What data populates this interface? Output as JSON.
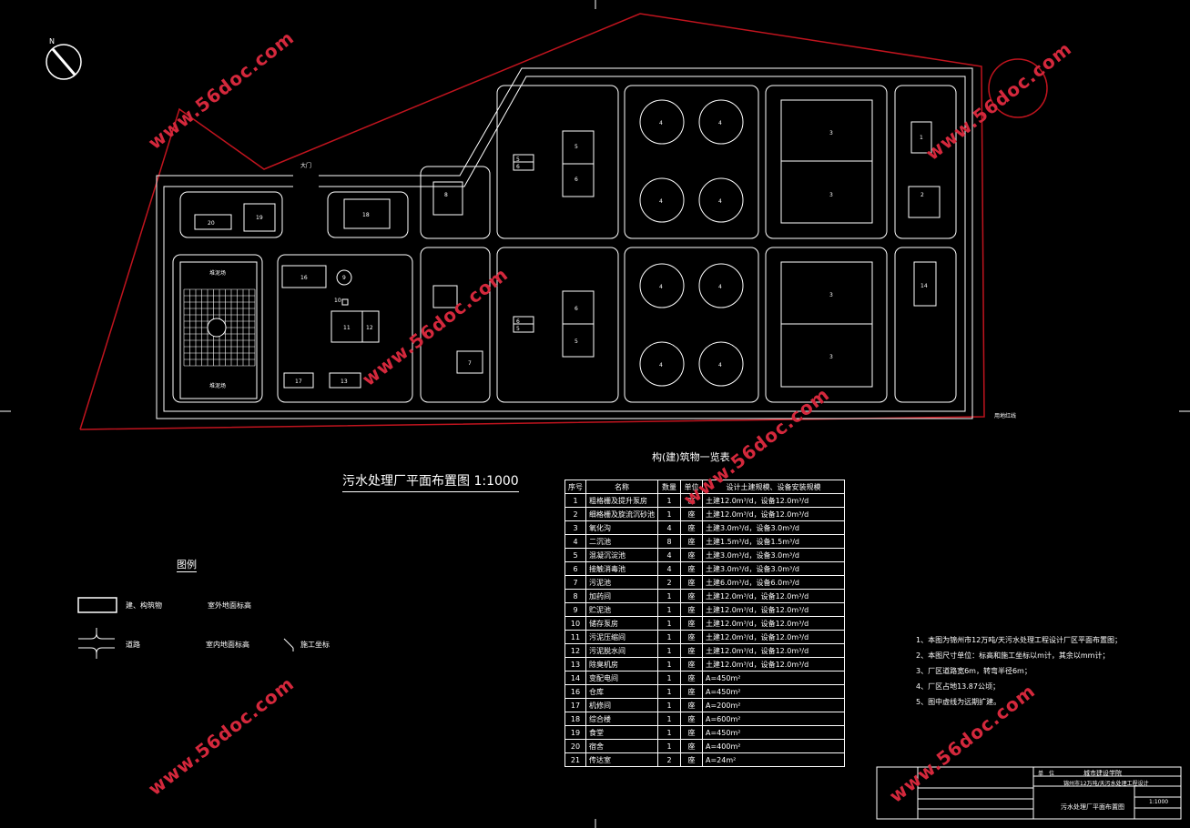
{
  "drawing": {
    "north_label": "N",
    "title": "污水处理厂平面布置图 1:1000",
    "legend_title": "图例",
    "legend": {
      "building": "建、构筑物",
      "outdoor_elev": "室外地面标高",
      "road": "道路",
      "indoor_elev": "室内地面标高",
      "construction_coord": "施工坐标"
    },
    "boundary_label": "用地红线",
    "gate_label": "大门",
    "sludge_label": "堆泥场",
    "unit_numbers": {
      "u20": "20",
      "u19": "19",
      "u18": "18",
      "u8": "8",
      "u5": "5",
      "u6": "6",
      "u4": "4",
      "u3": "3",
      "u2": "2",
      "u16": "16",
      "u9": "9",
      "u10": "10",
      "u11": "11",
      "u12": "12",
      "u17": "17",
      "u13": "13",
      "u7": "7",
      "u14": "14",
      "u1": "1"
    }
  },
  "table": {
    "title": "构(建)筑物一览表",
    "headers": [
      "序号",
      "名称",
      "数量",
      "单位",
      "设计土建规模、设备安装规模"
    ],
    "rows": [
      [
        "1",
        "粗格栅及提升泵房",
        "1",
        "座",
        "土建12.0m³/d，设备12.0m³/d"
      ],
      [
        "2",
        "细格栅及旋流沉砂池",
        "1",
        "座",
        "土建12.0m³/d，设备12.0m³/d"
      ],
      [
        "3",
        "氧化沟",
        "4",
        "座",
        "土建3.0m³/d，设备3.0m³/d"
      ],
      [
        "4",
        "二沉池",
        "8",
        "座",
        "土建1.5m³/d，设备1.5m³/d"
      ],
      [
        "5",
        "混凝沉淀池",
        "4",
        "座",
        "土建3.0m³/d，设备3.0m³/d"
      ],
      [
        "6",
        "接触消毒池",
        "4",
        "座",
        "土建3.0m³/d，设备3.0m³/d"
      ],
      [
        "7",
        "污泥池",
        "2",
        "座",
        "土建6.0m³/d，设备6.0m³/d"
      ],
      [
        "8",
        "加药间",
        "1",
        "座",
        "土建12.0m³/d，设备12.0m³/d"
      ],
      [
        "9",
        "贮泥池",
        "1",
        "座",
        "土建12.0m³/d，设备12.0m³/d"
      ],
      [
        "10",
        "储存泵房",
        "1",
        "座",
        "土建12.0m³/d，设备12.0m³/d"
      ],
      [
        "11",
        "污泥压缩间",
        "1",
        "座",
        "土建12.0m³/d，设备12.0m³/d"
      ],
      [
        "12",
        "污泥脱水间",
        "1",
        "座",
        "土建12.0m³/d，设备12.0m³/d"
      ],
      [
        "13",
        "除臭机房",
        "1",
        "座",
        "土建12.0m³/d，设备12.0m³/d"
      ],
      [
        "14",
        "变配电间",
        "1",
        "座",
        "A=450m²"
      ],
      [
        "16",
        "仓库",
        "1",
        "座",
        "A=450m²"
      ],
      [
        "17",
        "机修间",
        "1",
        "座",
        "A=200m²"
      ],
      [
        "18",
        "综合楼",
        "1",
        "座",
        "A=600m²"
      ],
      [
        "19",
        "食堂",
        "1",
        "座",
        "A=450m²"
      ],
      [
        "20",
        "宿舍",
        "1",
        "座",
        "A=400m²"
      ],
      [
        "21",
        "传达室",
        "2",
        "座",
        "A=24m²"
      ]
    ]
  },
  "notes": [
    "1、本图为锦州市12万吨/天污水处理工程设计厂区平面布置图；",
    "2、本图尺寸单位：标高和施工坐标以m计，其余以mm计；",
    "3、厂区道路宽6m，转弯半径6m；",
    "4、厂区占地13.87公顷；",
    "5、图中虚线为远期扩建。"
  ],
  "title_block": {
    "school": "城市建设学院",
    "project": "锦州市12万吨/天污水处理工程设计",
    "drawing_name": "污水处理厂平面布置图",
    "scale": "1:1000"
  },
  "watermark": "www.56doc.com",
  "colors": {
    "boundary": "#c0141e",
    "lines": "#ffffff",
    "watermark": "#d4283c"
  }
}
